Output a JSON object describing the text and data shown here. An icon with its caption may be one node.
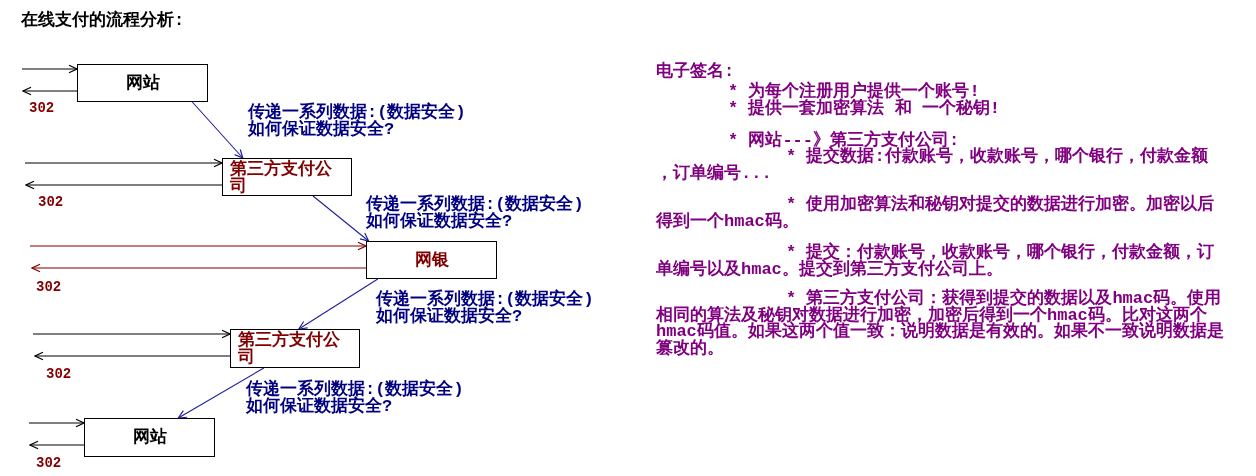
{
  "diagram": {
    "title": "在线支付的流程分析:",
    "nodes": [
      {
        "text": [
          "网站"
        ]
      },
      {
        "text": [
          "第三方支付公司"
        ]
      },
      {
        "text": [
          "网银"
        ]
      },
      {
        "text": [
          "第三方支付公司"
        ]
      },
      {
        "text": [
          "网站"
        ]
      }
    ],
    "edges": [
      {
        "from": null,
        "to": 0,
        "arrow": "to"
      },
      {
        "from": 0,
        "to": null,
        "arrow": "to",
        "label": "302"
      },
      {
        "from": 0,
        "to": 1,
        "arrow": "to",
        "label": "传递一系列数据:(数据安全)如何保证数据安全?",
        "color": "#1f1fa0"
      },
      {
        "from": null,
        "to": 1,
        "arrow": "to"
      },
      {
        "from": 1,
        "to": null,
        "arrow": "to",
        "label": "302"
      },
      {
        "from": 1,
        "to": 2,
        "arrow": "to",
        "label": "传递一系列数据:(数据安全)如何保证数据安全?",
        "color": "#1f1fa0"
      },
      {
        "from": null,
        "to": 2,
        "arrow": "to",
        "color": "#800000"
      },
      {
        "from": 2,
        "to": null,
        "arrow": "to",
        "label": "302",
        "color": "#800000"
      },
      {
        "from": 2,
        "to": 3,
        "arrow": "to",
        "label": "传递一系列数据:(数据安全)如何保证数据安全?",
        "color": "#1f1fa0"
      },
      {
        "from": null,
        "to": 3,
        "arrow": "to"
      },
      {
        "from": 3,
        "to": null,
        "arrow": "to",
        "label": "302"
      },
      {
        "from": 3,
        "to": 4,
        "arrow": "to",
        "label": "传递一系列数据:(数据安全)如何保证数据安全?",
        "color": "#1f1fa0"
      },
      {
        "from": null,
        "to": 4,
        "arrow": "to"
      },
      {
        "from": 4,
        "to": null,
        "arrow": "to",
        "label": "302"
      }
    ],
    "labels": [
      "电子签名:",
      "* 为每个注册用户提供一个账号!",
      "* 提供一套加密算法 和 一个秘钥!",
      "* 网站---》第三方支付公司:",
      "* 提交数据:付款账号，收款账号，哪个银行，付款金额，订单编号...",
      "* 使用加密算法和秘钥对提交的数据进行加密。加密以后得到一个hmac码。",
      "* 提交：付款账号，收款账号，哪个银行，付款金额，订单编号以及hmac。提交到第三方支付公司上。",
      "* 第三方支付公司：获得到提交的数据以及hmac码。使用相同的算法及秘钥对数据进行加密，加密后得到一个hmac码。比对这两个hmac码值。如果这两个值一致：说明数据是有效的。如果不一致说明数据是篡改的。"
    ]
  }
}
